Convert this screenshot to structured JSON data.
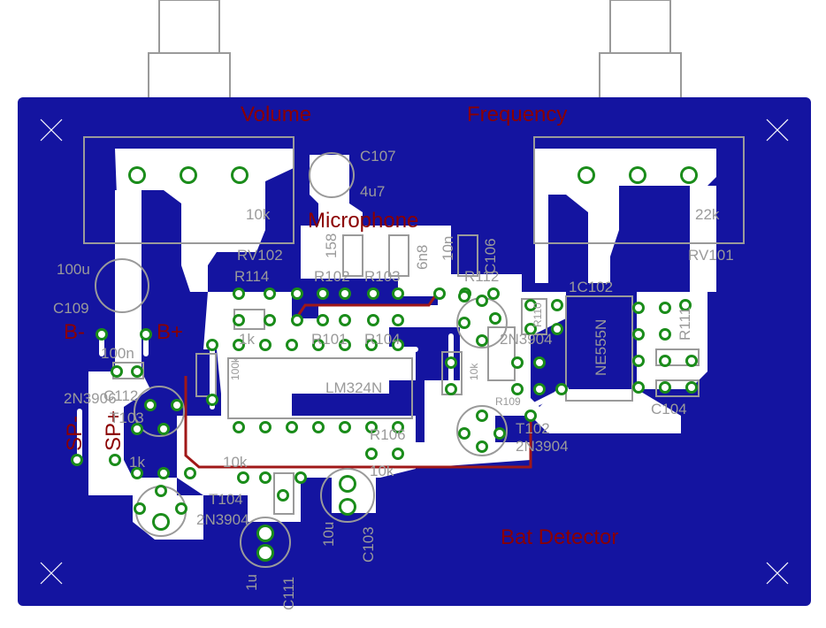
{
  "labels": {
    "volume": "Volume",
    "frequency": "Frequency",
    "microphone": "Microphone",
    "bat_detector": "Bat Detector",
    "b_minus": "B-",
    "b_plus": "B+",
    "sp_minus": "SP-",
    "sp_plus": "SP+"
  },
  "components": {
    "c107": "C107",
    "c107_val": "4u7",
    "pot_left_val": "10k",
    "pot_right_val": "22k",
    "rv101": "RV101",
    "rv102": "RV102",
    "c109_val": "100u",
    "c109": "C109",
    "r114": "R114",
    "r102": "R102",
    "r103": "R103",
    "r112": "R112",
    "r101": "R101",
    "r104": "R104",
    "r106": "R106",
    "r109": "R109",
    "r110": "R110",
    "r111": "R111",
    "v_1k": "1k",
    "v_10k": "10k",
    "v_10k_b": "10k",
    "v_10k_c": "10k",
    "v_10n": "10n",
    "v_100n": "100n",
    "v_6n8": "6n8",
    "v_158": "158",
    "v_100k": "100k",
    "v_1u": "1u",
    "v_10u": "10u",
    "c112": "C112",
    "c111": "C111",
    "c103": "C103",
    "c104": "C104",
    "c106": "C106",
    "c102": "1C102",
    "t101": "2N3904",
    "t102": "T102",
    "t102_part": "2N3904",
    "t103": "T103",
    "t103_part": "2N3906",
    "t104": "T104",
    "t104_part": "2N3904",
    "ic_lm324": "LM324N",
    "ic_ne555": "NE555N"
  },
  "colors": {
    "board": "#1414a0",
    "copper_pour": "#ffffff",
    "pad": "#1a8c1a",
    "bottom_trace": "#a01818",
    "label_red": "#8b0000",
    "silkscreen": "#9a9a9a"
  }
}
